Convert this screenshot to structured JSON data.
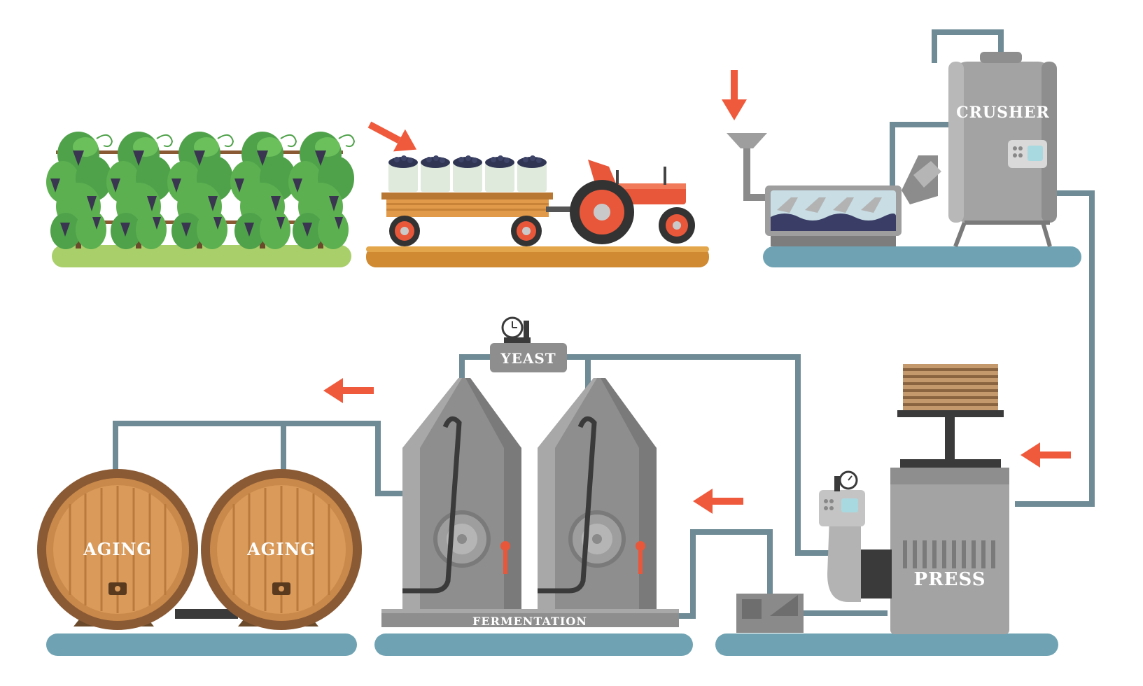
{
  "labels": {
    "crusher": "CRUSHER",
    "yeast": "YEAST",
    "press": "PRESS",
    "fermentation": "FERMENTATION",
    "aging_1": "AGING",
    "aging_2": "AGING"
  },
  "colors": {
    "flow_arrow": "#f05a3c",
    "pipe": "#6f8b95",
    "ground_blue": "#6fa3b3",
    "ground_green": "#a9cf6a",
    "ground_wood": "#cf8a32",
    "machine_gray": "#9e9e9e",
    "tractor_red": "#e8573a",
    "barrel_wood": "#c9894a",
    "vine_green": "#4fa24a",
    "grape_purple": "#3a3550"
  }
}
